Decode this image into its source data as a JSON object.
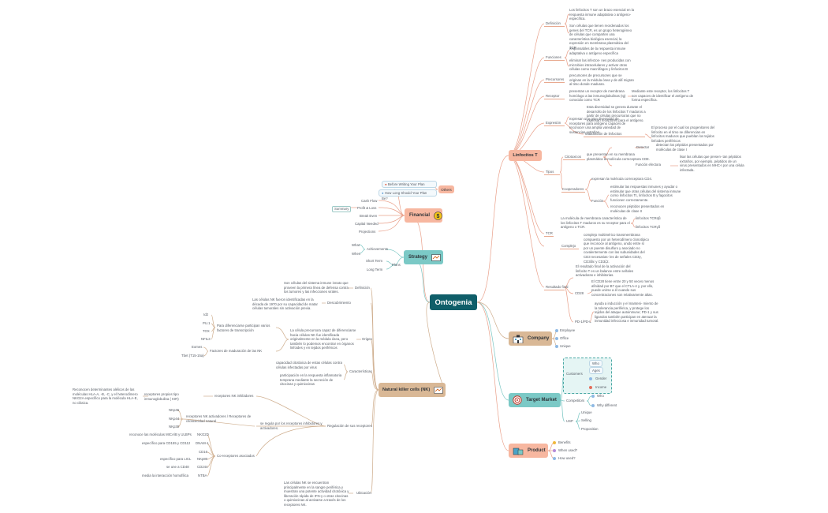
{
  "root": {
    "label": "Ontogenia"
  },
  "linfocitos": {
    "label": "Linfocitos T",
    "definicion": {
      "label": "Definición",
      "d1": "Los linfocitos T son un brazo esencial en la respuesta inmune adaptativa o antígeno-específica.",
      "d2": "Son células que tienen reordenados los genes del TCR, es un grupo heterogéneo de células que comparten una característica biológica esencial, la expresión en membrana plasmática del TCR"
    },
    "funciones": {
      "label": "Funciones",
      "f1": "responsables de la respuesta inmune adaptativa o antígeno específica",
      "f2": "eliminar las infectos- nes producidas con microbios intracelulares y activar otras células como macrófagos y linfocitos B"
    },
    "precursores": {
      "label": "Precursores",
      "p1": "precursores de precursores que se originan en la médula ósea y de allí migran al timo donde maduran."
    },
    "receptor": {
      "label": "Receptor",
      "r1": "presentan un receptor de membrana homólogo a las inmunoglobulinas (Ig) conocido como TCR",
      "r2": "Mediante este receptor, los linfocitos T son capaces de identificar el antígeno de forma específica."
    },
    "expresion": {
      "label": "Expresión",
      "e1": "expresan una gran diversidad de receptores para antígeno capaces de reconocer una amplia variedad de sustancias extrañas.",
      "e2": "Esta diversidad se genera durante el desarrollo de los linfocitos T maduros a partir de células precursoras que no expresan receptores para el antígeno.",
      "maduracion": "Maduración de linfocitos",
      "m1": "El proceso por el cual los progenitores del linfocito en el timo se diferencian en linfocitos maduros que pueblan los tejidos linfoides periféricos"
    },
    "tipos": {
      "label": "Tipos",
      "citotoxicos": "Citotoxicos",
      "c1": "que presentan en su membrana plasmática la molécula correceptora CD8.",
      "detectar": "Detectar",
      "dt1": "detectan los péptidos presentados por moléculas de clase I",
      "funcionEfectora": "Función efectora",
      "fe1": "lisar las células que presen- tan péptidos extraños, por ejemplo, péptidos de un virus presentados en MHC-I por una célula infectada.",
      "cooperadores": "Cooperadores",
      "co1": "expresan la molécula correceptora CD4.",
      "funcion": "Función",
      "fn1": "estimular las respuestas inmunes y ayudar o estimular que otras células del sistema inmune como linfocitos Tc, linfocitos B y fagocitos funcionen correctamente.",
      "fn2": "reconocen péptidos presentados en moléculas de clase II"
    },
    "tcr": {
      "label": "TCR",
      "t1": "La molécula de membrana característica de los linfocitos T maduros es su receptor para el antígeno o TCR.",
      "tcrab": "linfocitos TCRαβ",
      "tcrgd": "linfocitos TCRγδ"
    },
    "complejo": {
      "label": "Complejo",
      "c1": "complejo multimérico transmembrana compuesto por un heterodímero clonotípico que reconoce al antígeno, unido entre sí por un puente disulfuro y asociado no covalentemente con las subunidades del CD3 necesarias- les de señales CD3γ, CD3δ/ε y CD3ζ2."
    },
    "resultado": {
      "label": "Resultado final",
      "r1": "El resultado final de la activación del linfocito T es un balance entre señales activadoras e inhibitorias.",
      "cd28": "CD28",
      "cd28t": "El CD28 tiene entre 20 y 50 veces menos afinidad por B7 que el CTLA-4 y, por ello, puede unirse a él cuando sus concentraciones son relativamente altas.",
      "pd1": "PD-1/PD-L",
      "pd1t": "ayuda a inducción y el manteni- miento de la tolerancia periférica, y protege los tejidos del ataque autoinmune; PD-1 y sus ligandos también participan en atenuar la inmunidad infecciosa e inmunidad tumoral."
    }
  },
  "financial": {
    "label": "Financial",
    "others": "Others",
    "o1": "Before Writing Your Plan",
    "o2": "How Long Should Your Plan Be?",
    "summary": "Summary",
    "items": [
      "Cash Flow",
      "Profit & Loss",
      "Break Even",
      "Capital Needed",
      "Projections"
    ]
  },
  "strategy": {
    "label": "Strategy",
    "achievements": "Achievements",
    "what": "What",
    "when": "When",
    "plans": "Plans",
    "shortTerm": "Short Term",
    "longTerm": "Long Term"
  },
  "nk": {
    "label": "Natural killer cells (NK)",
    "definicion": {
      "label": "Definición",
      "t": "Son células del sistema inmune innato que proveen la primera línea de defensa contra los tumores y las infecciones virales."
    },
    "descubrimiento": {
      "label": "Descubrimiento",
      "t": "Las células NK fueron identificadas en la década de 1970 por su capacidad de matar células tumorales sin activación previa."
    },
    "origen": {
      "label": "Origen",
      "t": "La célula precursora capaz de diferenciarse hacia células NK fue identificada originalmente en la médula ósea, pero también lo podemos encontrar en órganos linfoides y en tejidos periféricos",
      "fact": "Para diferenciarse participan varios factores de transcripción",
      "f": [
        "Id2",
        "PU.1",
        "TOX",
        "NFIL3"
      ],
      "maduracion": "Factores de maduración de las NK",
      "m": [
        "Eomes",
        "Tbet (T15-15a)"
      ]
    },
    "caracteristicas": {
      "label": "Características",
      "c1": "capacidad citotóxica de estas células contra células infectadas por virus",
      "c2": "participación en la respuesta inflamatoria temprana mediante la secreción de citocinas y quimiocinas"
    },
    "regulacion": {
      "label": "Regulación de sus receptores",
      "intro": "se regula por los receptores inhibidores y activadores.",
      "inhib": "receptores NK inhibidores",
      "inhib1": "receptores propios tipo inmunoglobulina ( KIR)",
      "inhib2": "Reconocen determinantes alélicos de las moléculas HLA-A, -B, -C, y el heterodímero NKG2A específico para la molécula HLA-E, no clásica.",
      "act": "receptores NK activadores / Receptores de citotoxicidad natural",
      "actList": [
        "NKp46",
        "NKp44",
        "NKp30"
      ],
      "co": "Co-receptores asociados",
      "coList": [
        "NKG2D",
        "DNAM-1",
        "CD16",
        "NKp80",
        "CD244",
        "NTBA"
      ],
      "coDesc": [
        "reconoce las moléculas MICA/B y ULBPs",
        "específico para CD155 y CD112",
        "",
        "específico para LICL",
        "se une a CD48",
        "media la interacción homofílica"
      ]
    },
    "ubicacion": {
      "label": "Ubicación",
      "t": "Las células NK se encuentran principalmente en la sangre periférica y muestran una potente actividad citotóxica y liberación rápida de IFN-γ o otras citocinas o quimiocinas al activarse a través de los receptores NK."
    }
  },
  "company": {
    "label": "Company",
    "items": [
      "Employee",
      "Office",
      "Unique"
    ]
  },
  "target": {
    "label": "Target Market",
    "customers": "Customers",
    "custItems": [
      "Who",
      "Ages",
      "Gender",
      "Income"
    ],
    "competitors": "Competitors",
    "compItems": [
      "Who",
      "Why different"
    ],
    "usp": "USP",
    "uspItems": [
      "Unique",
      "Selling",
      "Proposition"
    ]
  },
  "product": {
    "label": "Product",
    "items": [
      "Benefits",
      "When used?",
      "How used?"
    ]
  },
  "colors": {
    "root": "#0f5e69",
    "orange": "#f7b7a0",
    "teal": "#7bc9c6",
    "tan": "#d9b896",
    "line": "#e9a08a"
  }
}
